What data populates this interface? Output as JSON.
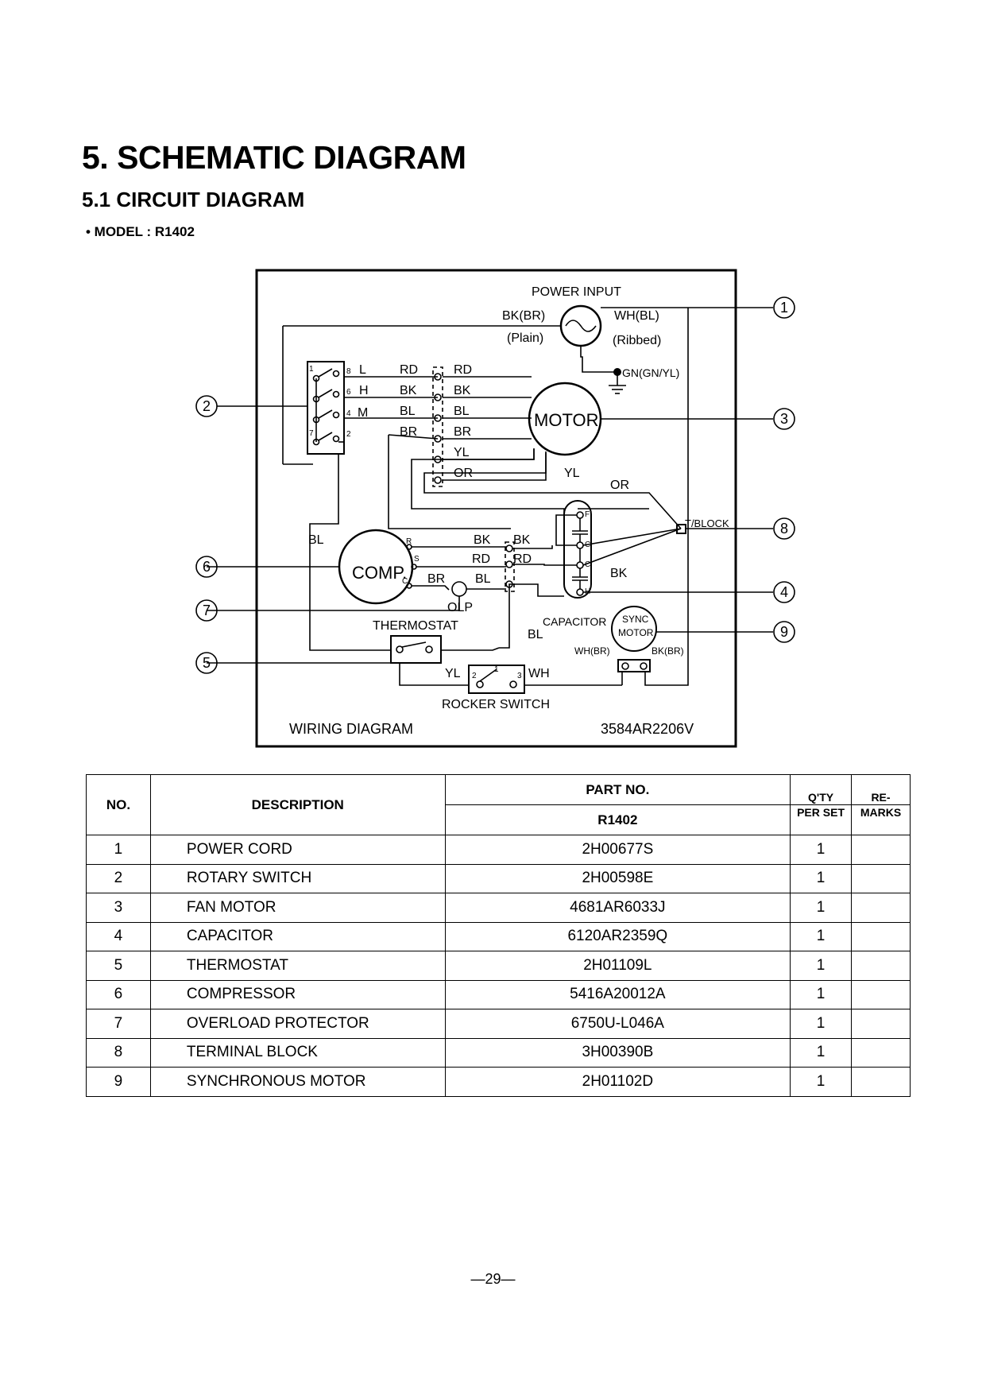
{
  "header": {
    "title": "5. SCHEMATIC DIAGRAM",
    "subtitle": "5.1 CIRCUIT DIAGRAM",
    "model": "• MODEL : R1402"
  },
  "diagram": {
    "power_input": "POWER INPUT",
    "plug_left": "BK(BR)",
    "plug_right": "WH(BL)",
    "plain": "(Plain)",
    "ribbed": "(Ribbed)",
    "ground": "GN(GN/YL)",
    "motor": "MOTOR",
    "comp": "COMP.",
    "tblock": "T/BLOCK",
    "olp": "OLP",
    "thermostat": "THERMOSTAT",
    "capacitor": "CAPACITOR",
    "sync_motor_1": "SYNC",
    "sync_motor_2": "MOTOR",
    "rocker_switch": "ROCKER SWITCH",
    "wiring_diagram": "WIRING DIAGRAM",
    "drawing_no": "3584AR2206V",
    "switch_pos": [
      "L",
      "H",
      "M"
    ],
    "switch_pins": [
      "1",
      "8",
      "6",
      "4",
      "7",
      "2"
    ],
    "wires_left": [
      "RD",
      "BK",
      "BL",
      "BR"
    ],
    "wires_right": [
      "RD",
      "BK",
      "BL",
      "BR",
      "YL",
      "OR"
    ],
    "yl": "YL",
    "or": "OR",
    "bl": "BL",
    "bk": "BK",
    "rd": "RD",
    "br": "BR",
    "wh": "WH",
    "wh_br": "WH(BR)",
    "bk_br": "BK(BR)",
    "comp_pins": [
      "R",
      "S",
      "C"
    ],
    "cap_pins": [
      "F",
      "C",
      "C",
      "H"
    ],
    "rocker_pins": [
      "1",
      "2",
      "3"
    ],
    "callouts": [
      "1",
      "2",
      "3",
      "4",
      "5",
      "6",
      "7",
      "8",
      "9"
    ]
  },
  "table": {
    "headers": {
      "no": "NO.",
      "description": "DESCRIPTION",
      "part_no": "PART NO.",
      "model": "R1402",
      "qty_1": "Q'TY",
      "qty_2": "PER SET",
      "remarks_1": "RE-",
      "remarks_2": "MARKS"
    },
    "rows": [
      {
        "no": "1",
        "description": "POWER CORD",
        "part_no": "2H00677S",
        "qty": "1",
        "remarks": ""
      },
      {
        "no": "2",
        "description": "ROTARY SWITCH",
        "part_no": "2H00598E",
        "qty": "1",
        "remarks": ""
      },
      {
        "no": "3",
        "description": "FAN MOTOR",
        "part_no": "4681AR6033J",
        "qty": "1",
        "remarks": ""
      },
      {
        "no": "4",
        "description": "CAPACITOR",
        "part_no": "6120AR2359Q",
        "qty": "1",
        "remarks": ""
      },
      {
        "no": "5",
        "description": "THERMOSTAT",
        "part_no": "2H01109L",
        "qty": "1",
        "remarks": ""
      },
      {
        "no": "6",
        "description": "COMPRESSOR",
        "part_no": "5416A20012A",
        "qty": "1",
        "remarks": ""
      },
      {
        "no": "7",
        "description": "OVERLOAD PROTECTOR",
        "part_no": "6750U-L046A",
        "qty": "1",
        "remarks": ""
      },
      {
        "no": "8",
        "description": "TERMINAL BLOCK",
        "part_no": "3H00390B",
        "qty": "1",
        "remarks": ""
      },
      {
        "no": "9",
        "description": "SYNCHRONOUS MOTOR",
        "part_no": "2H01102D",
        "qty": "1",
        "remarks": ""
      }
    ]
  },
  "footer": {
    "page": "—29—"
  }
}
